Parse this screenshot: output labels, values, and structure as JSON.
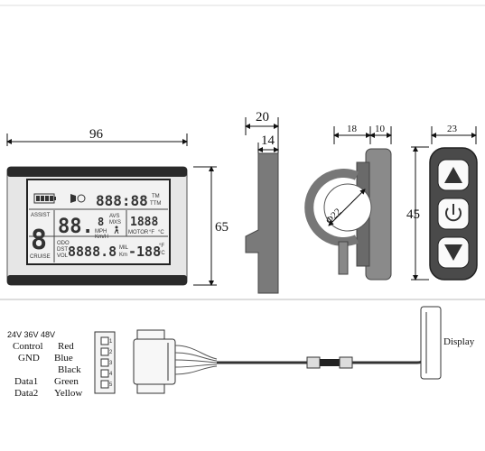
{
  "dimensions": {
    "display_width": "96",
    "display_height": "65",
    "side_depth": "20",
    "side_inner": "14",
    "clamp_a": "18",
    "clamp_b": "10",
    "clamp_diameter": "Φ22",
    "remote_width": "23",
    "remote_height": "45"
  },
  "lcd": {
    "clock": "888:88",
    "tm": "TM",
    "ttm": "TTM",
    "assist": "ASSIST",
    "assist_digit": "8",
    "cruise": "CRUISE",
    "speed": "88.",
    "speed_sub": "8",
    "avs": "AVS",
    "mxs": "MXS",
    "mph": "MPH",
    "kmh": "Km/H",
    "power": "1888",
    "motor": "MOTOR",
    "deg_f": "°F",
    "deg_c": "°C",
    "odo": "ODO",
    "dst": "DST",
    "vol": "VOL",
    "odo_value": "8888.8",
    "mil": "MIL",
    "km": "Km",
    "temp": "-188",
    "temp_f": "°F",
    "temp_c": "°C"
  },
  "wiring": {
    "voltages": "24V 36V 48V",
    "pins": [
      {
        "name": "Control",
        "color": "Red"
      },
      {
        "name": "GND",
        "color": "Blue"
      },
      {
        "name": "",
        "color": "Black"
      },
      {
        "name": "Data1",
        "color": "Green"
      },
      {
        "name": "Data2",
        "color": "Yellow"
      }
    ],
    "display_label": "Display"
  }
}
